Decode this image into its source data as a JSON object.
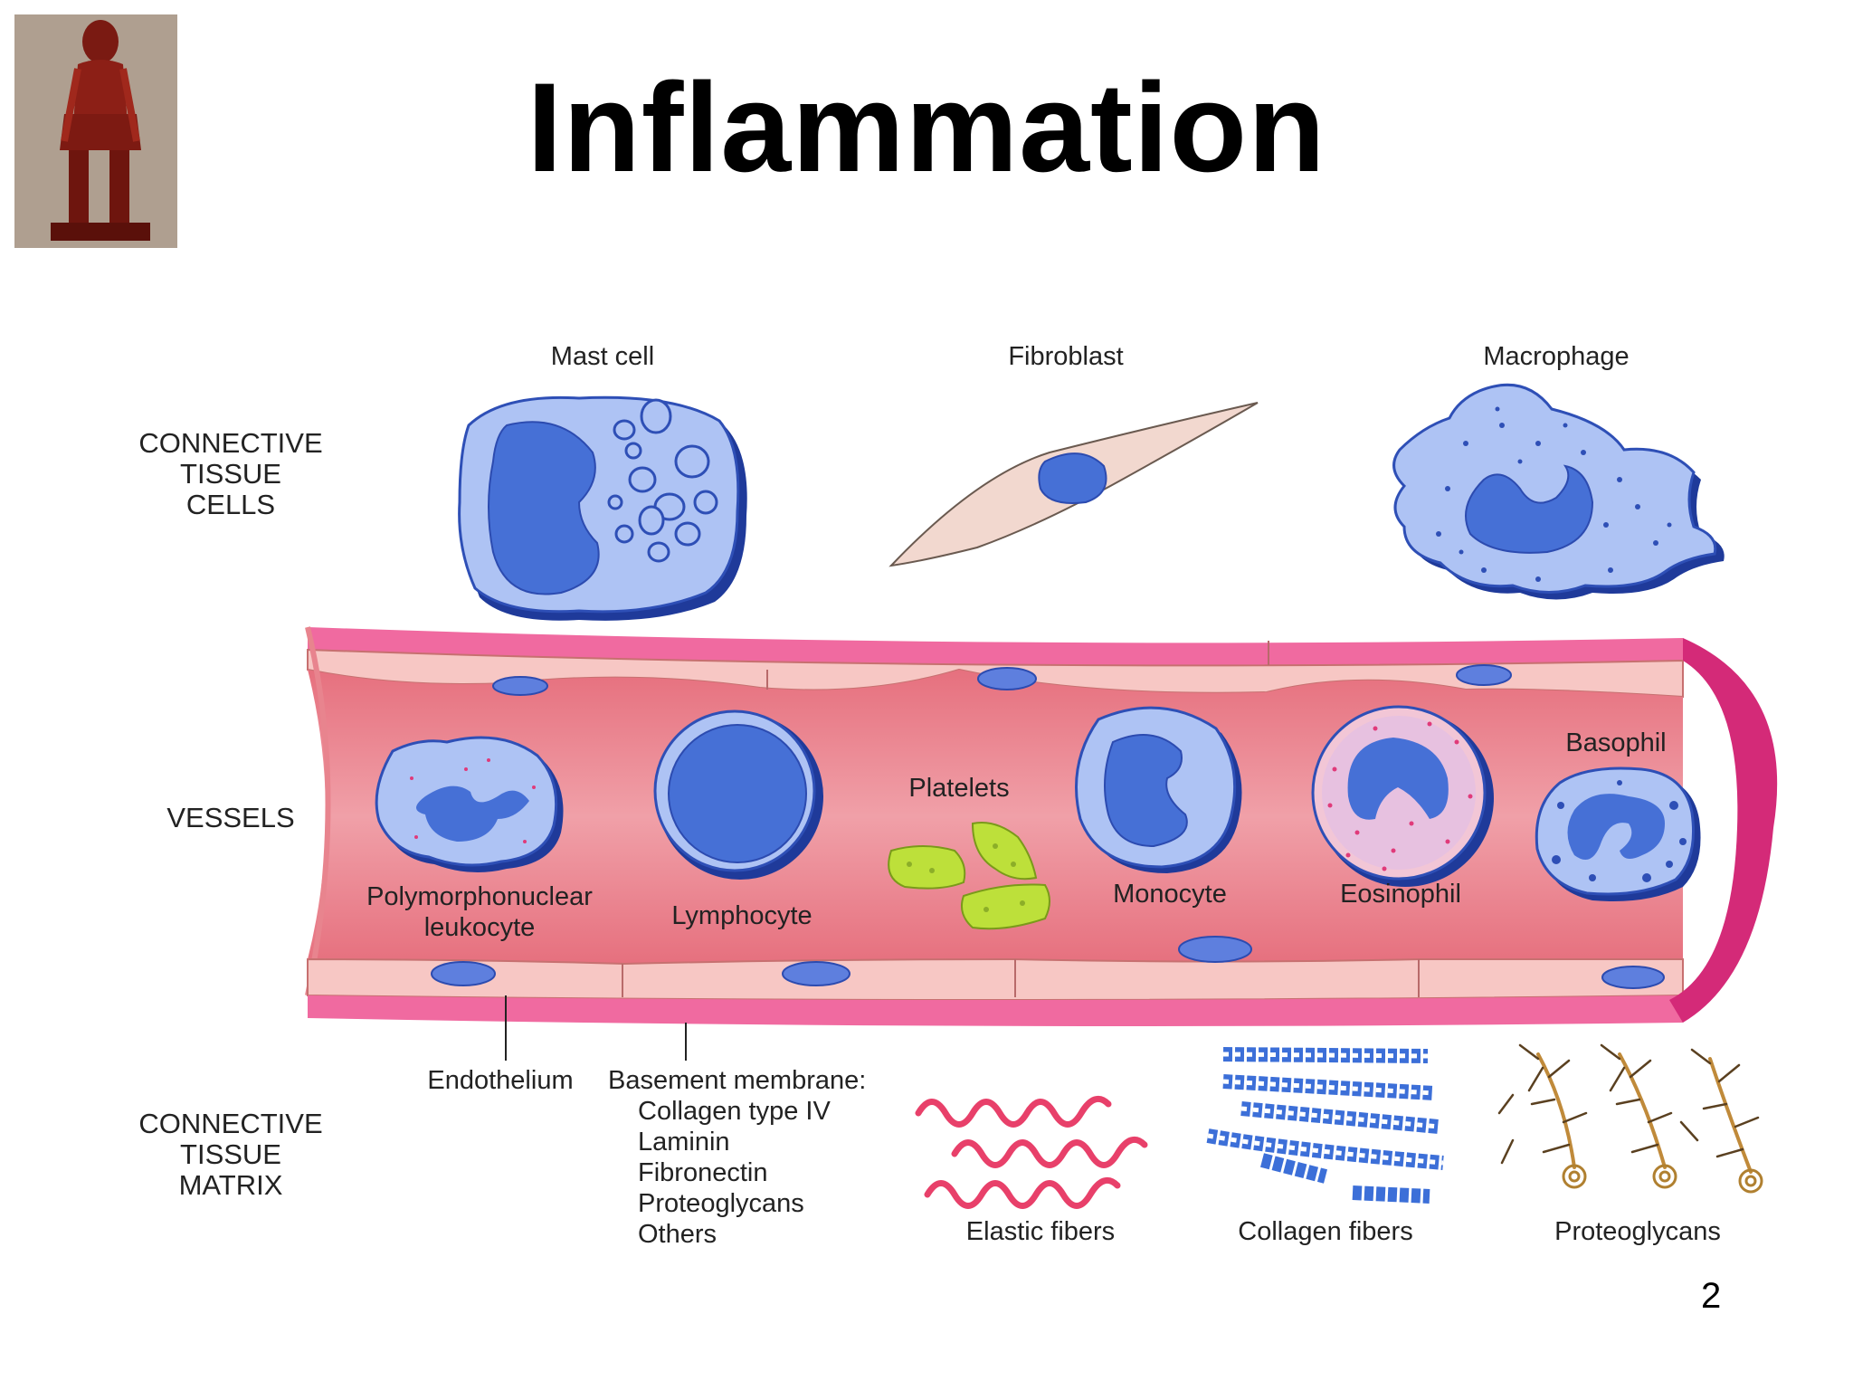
{
  "slide": {
    "title": "Inflammation",
    "page_number": "2"
  },
  "diagram": {
    "row_labels": {
      "cells": [
        "CONNECTIVE",
        "TISSUE",
        "CELLS"
      ],
      "vessels": "VESSELS",
      "matrix": [
        "CONNECTIVE",
        "TISSUE",
        "MATRIX"
      ]
    },
    "tissue_cells": {
      "mast_cell": "Mast cell",
      "fibroblast": "Fibroblast",
      "macrophage": "Macrophage"
    },
    "blood_cells": {
      "pmn": [
        "Polymorphonuclear",
        "leukocyte"
      ],
      "lymphocyte": "Lymphocyte",
      "platelets": "Platelets",
      "monocyte": "Monocyte",
      "eosinophil": "Eosinophil",
      "basophil": "Basophil"
    },
    "vessel_wall": {
      "endothelium": "Endothelium",
      "basement_membrane": "Basement membrane:",
      "components": [
        "Collagen type IV",
        "Laminin",
        "Fibronectin",
        "Proteoglycans",
        "Others"
      ]
    },
    "matrix": {
      "elastic": "Elastic fibers",
      "collagen": "Collagen fibers",
      "proteoglycans": "Proteoglycans"
    },
    "colors": {
      "vessel_outer": "#f06aa0",
      "vessel_inner": "#e8848e",
      "endothelium": "#f7c7c4",
      "nucleus": "#4a72d8",
      "cytoplasm": "#b5c8f5",
      "elastic": "#e8406a",
      "collagen": "#3c6fd8",
      "platelet": "#bde03a",
      "proteoglycan": "#c08a3a"
    }
  }
}
